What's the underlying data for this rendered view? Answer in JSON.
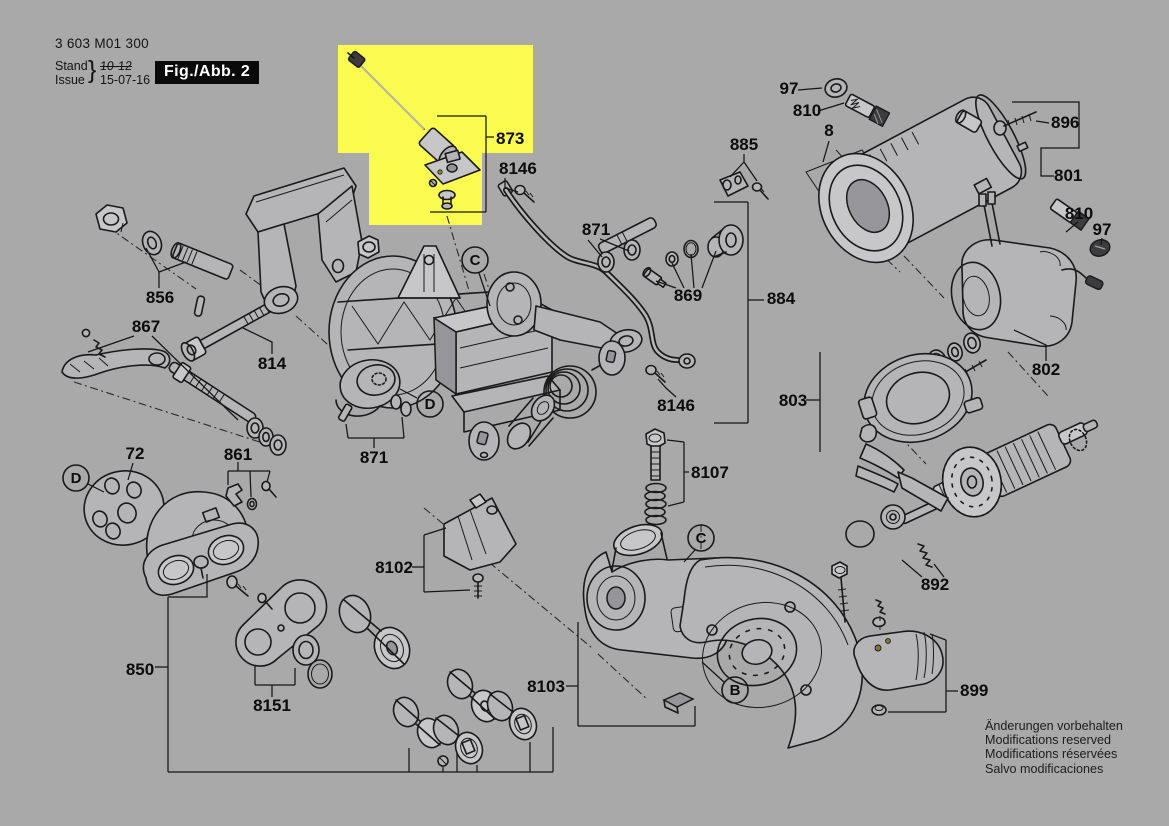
{
  "colors": {
    "background": "#a9a9aa",
    "highlight": "#fafa4f",
    "line": "#1a1a1a",
    "figure_box_bg": "#0a0a0a",
    "figure_box_text": "#ffffff"
  },
  "header": {
    "type_number": "3 603 M01 300",
    "stand_label": "Stand",
    "issue_label": "Issue",
    "brace": "}",
    "superseded_date": "10-12",
    "issue_date": "15-07-16",
    "figure_label": "Fig./Abb. 2"
  },
  "parts": {
    "n8": "8",
    "n72": "72",
    "n97": "97",
    "n801": "801",
    "n802": "802",
    "n803": "803",
    "n810": "810",
    "n814": "814",
    "n850": "850",
    "n856": "856",
    "n861": "861",
    "n867": "867",
    "n869": "869",
    "n871": "871",
    "n873": "873",
    "n884": "884",
    "n885": "885",
    "n892": "892",
    "n896": "896",
    "n899": "899",
    "n8102": "8102",
    "n8103": "8103",
    "n8107": "8107",
    "n8146": "8146",
    "n8151": "8151"
  },
  "letters": {
    "B": "B",
    "C": "C",
    "D": "D"
  },
  "footer": {
    "notes": [
      "Änderungen vorbehalten",
      "Modifications reserved",
      "Modifications réservées",
      "Salvo modificaciones"
    ]
  }
}
